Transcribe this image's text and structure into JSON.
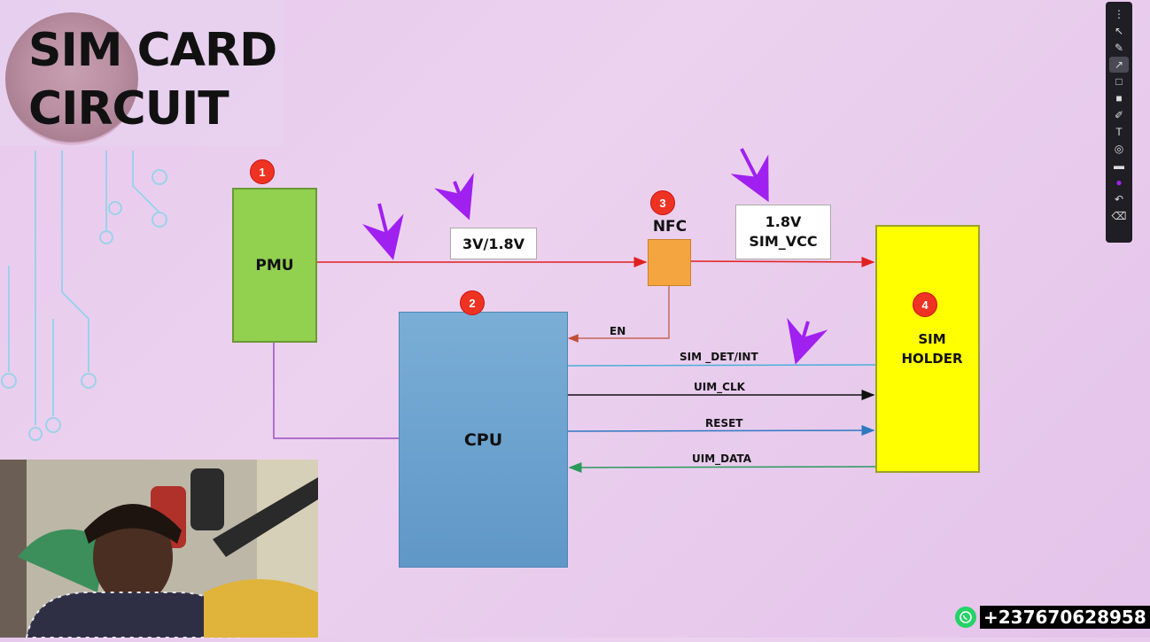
{
  "title": {
    "line1": "SIM CARD",
    "line2": "CIRCUIT"
  },
  "blocks": {
    "pmu": "PMU",
    "cpu": "CPU",
    "nfc": "NFC",
    "sim_line1": "SIM",
    "sim_line2": "HOLDER"
  },
  "badges": {
    "pmu": "1",
    "cpu": "2",
    "nfc": "3",
    "sim": "4"
  },
  "voltages": {
    "pmu_out": "3V/1.8V",
    "sim_vcc_value": "1.8V",
    "sim_vcc_name": "SIM_VCC"
  },
  "signals": {
    "en": "EN",
    "sim_det": "SIM _DET/INT",
    "uim_clk": "UIM_CLK",
    "reset": "RESET",
    "uim_data": "UIM_DATA"
  },
  "colors": {
    "power_line": "#e02020",
    "sim_det_line": "#4aaed8",
    "clk_line": "#111111",
    "reset_line": "#2e78c2",
    "data_line": "#2a9a5a",
    "en_line": "#c0503a",
    "pmu_cpu_line": "#9a4fc0",
    "annotation_arrow": "#a020f0"
  },
  "toolbar": {
    "tools": [
      "cursor-icon",
      "pointer-icon",
      "pen-icon",
      "arrow-icon",
      "rectangle-icon",
      "filled-rectangle-icon",
      "highlighter-icon",
      "text-icon",
      "eraser-icon",
      "line-weight-icon",
      "color-icon",
      "undo-redo-icon",
      "clear-icon"
    ],
    "active_color": "#a020f0"
  },
  "contact": {
    "number": "+237670628958"
  }
}
